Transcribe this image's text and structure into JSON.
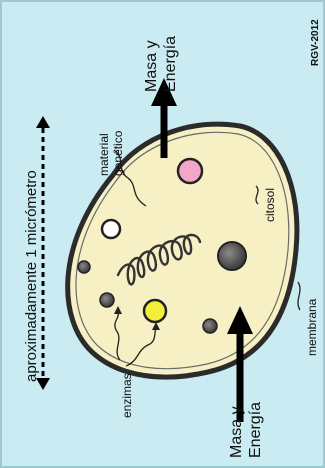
{
  "scale_label": "aproximadamente 1 micrómetro",
  "labels": {
    "material_genetico": [
      "material",
      "genético"
    ],
    "citosol": "citosol",
    "membrana": "membrana",
    "enzimas": "enzimas",
    "masa_energia_top": [
      "Masa y",
      "Energía"
    ],
    "masa_energia_bottom": [
      "Masa y",
      "Energía"
    ],
    "credit": "RGV-2012"
  },
  "colors": {
    "background": "#c9ebf1",
    "cell_fill": "#f6f0c4",
    "membrane": "#2b2b2b",
    "vesicle_pink": "#f2a7c9",
    "vesicle_yellow": "#f2ef3a",
    "vesicle_dark": "#555555",
    "arrow": "#000000"
  }
}
